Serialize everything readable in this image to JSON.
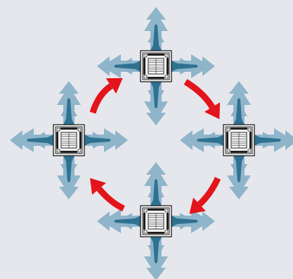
{
  "diagram": {
    "background_color": "#e6e7ec",
    "airflow": {
      "outer_color": "#8ab2c9",
      "inner_color": "#2f7190"
    },
    "rotation_arrow_color": "#e3141b",
    "rotation_direction": "clockwise",
    "unit_count": 4,
    "units": [
      {
        "id": "top",
        "icon": "ceiling-cassette-unit-icon",
        "airflow_directions": [
          "up",
          "right",
          "down",
          "left"
        ]
      },
      {
        "id": "right",
        "icon": "ceiling-cassette-unit-icon",
        "airflow_directions": [
          "up",
          "right",
          "down",
          "left"
        ]
      },
      {
        "id": "bottom",
        "icon": "ceiling-cassette-unit-icon",
        "airflow_directions": [
          "up",
          "right",
          "down",
          "left"
        ]
      },
      {
        "id": "left",
        "icon": "ceiling-cassette-unit-icon",
        "airflow_directions": [
          "up",
          "right",
          "down",
          "left"
        ]
      }
    ],
    "rotation_arrows": [
      {
        "from": "top",
        "to": "right"
      },
      {
        "from": "right",
        "to": "bottom"
      },
      {
        "from": "bottom",
        "to": "left"
      },
      {
        "from": "left",
        "to": "top"
      }
    ]
  }
}
